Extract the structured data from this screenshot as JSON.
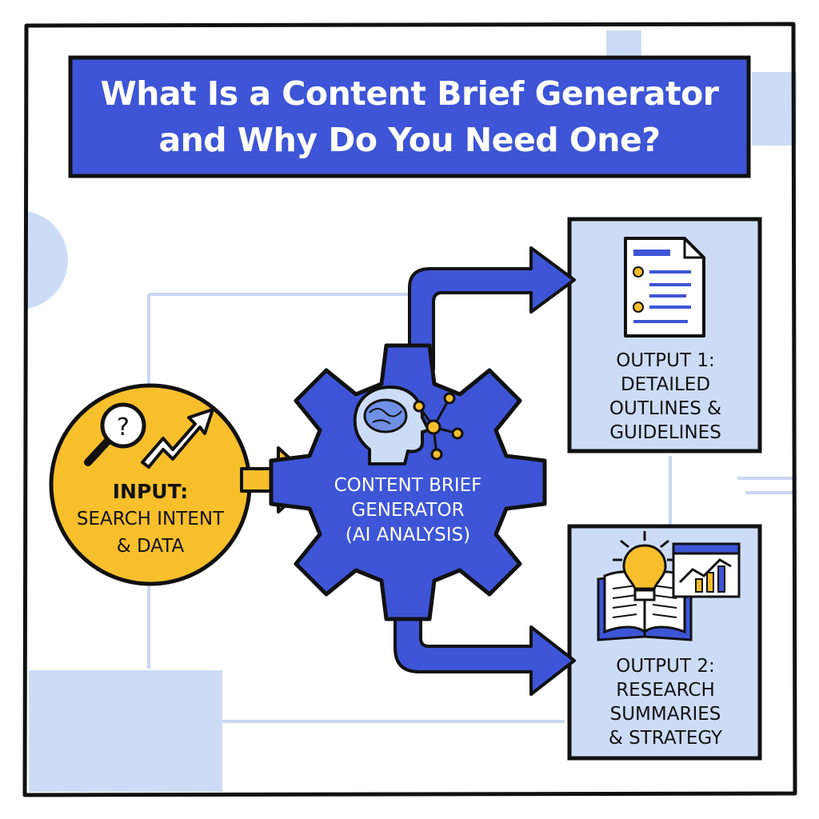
{
  "title": {
    "line1": "What Is a Content Brief Generator",
    "line2": "and Why Do You Need One?"
  },
  "input": {
    "line1": "INPUT:",
    "line2": "SEARCH INTENT",
    "line3": "& DATA"
  },
  "generator": {
    "line1": "CONTENT BRIEF",
    "line2": "GENERATOR",
    "line3": "(AI ANALYSIS)"
  },
  "output1": {
    "line1": "OUTPUT 1:",
    "line2": "DETAILED",
    "line3": "OUTLINES &",
    "line4": "GUIDELINES"
  },
  "output2": {
    "line1": "OUTPUT 2:",
    "line2": "RESEARCH",
    "line3": "SUMMARIES",
    "line4": "& STRATEGY"
  },
  "colors": {
    "primary_blue": "#3d55d6",
    "input_yellow": "#f8bf2c",
    "light_blue": "#cddcf6",
    "outline": "#111111"
  }
}
